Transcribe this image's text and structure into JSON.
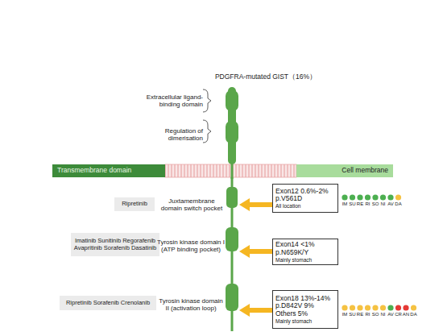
{
  "diagram": {
    "title": "PDGFRA-mutated GIST（16%）",
    "nodes": [
      {
        "text": [
          "Transmembrane domain"
        ]
      },
      {
        "text": [
          "Cell membrane"
        ]
      },
      {
        "text": [
          "Ripretinib"
        ]
      },
      {
        "text": [
          "Exon12 0.6%-2%",
          "p.V561D",
          "All location"
        ]
      },
      {
        "text": [
          "Imatinib Sunitinib Regorafenib Avapritinib Sorafenib Dasatinib"
        ]
      },
      {
        "text": [
          "Exon14 <1%",
          "p.N659K/Y",
          "Mainly stomach"
        ]
      },
      {
        "text": [
          "Ripretinib Sorafenib Crenolanib"
        ]
      },
      {
        "text": [
          "Exon18 13%-14%",
          "p.D842V 9%",
          "Others 5%",
          "Mainly stomach"
        ]
      }
    ],
    "labels": [
      "Extracellular ligand-binding domain",
      "Regulation of dimerisation",
      "Juxtamembrane domain switch pocket",
      "Tyrosin kinase domain I (ATP binding pocket)",
      "Tyrosin kinase domain II (activation loop)",
      "IM",
      "SU",
      "RE",
      "RI",
      "SO",
      "NI",
      "AV",
      "DA",
      "IM",
      "SU",
      "RE",
      "RI",
      "SO",
      "NI",
      "AV",
      "CR",
      "AN",
      "DA"
    ]
  }
}
